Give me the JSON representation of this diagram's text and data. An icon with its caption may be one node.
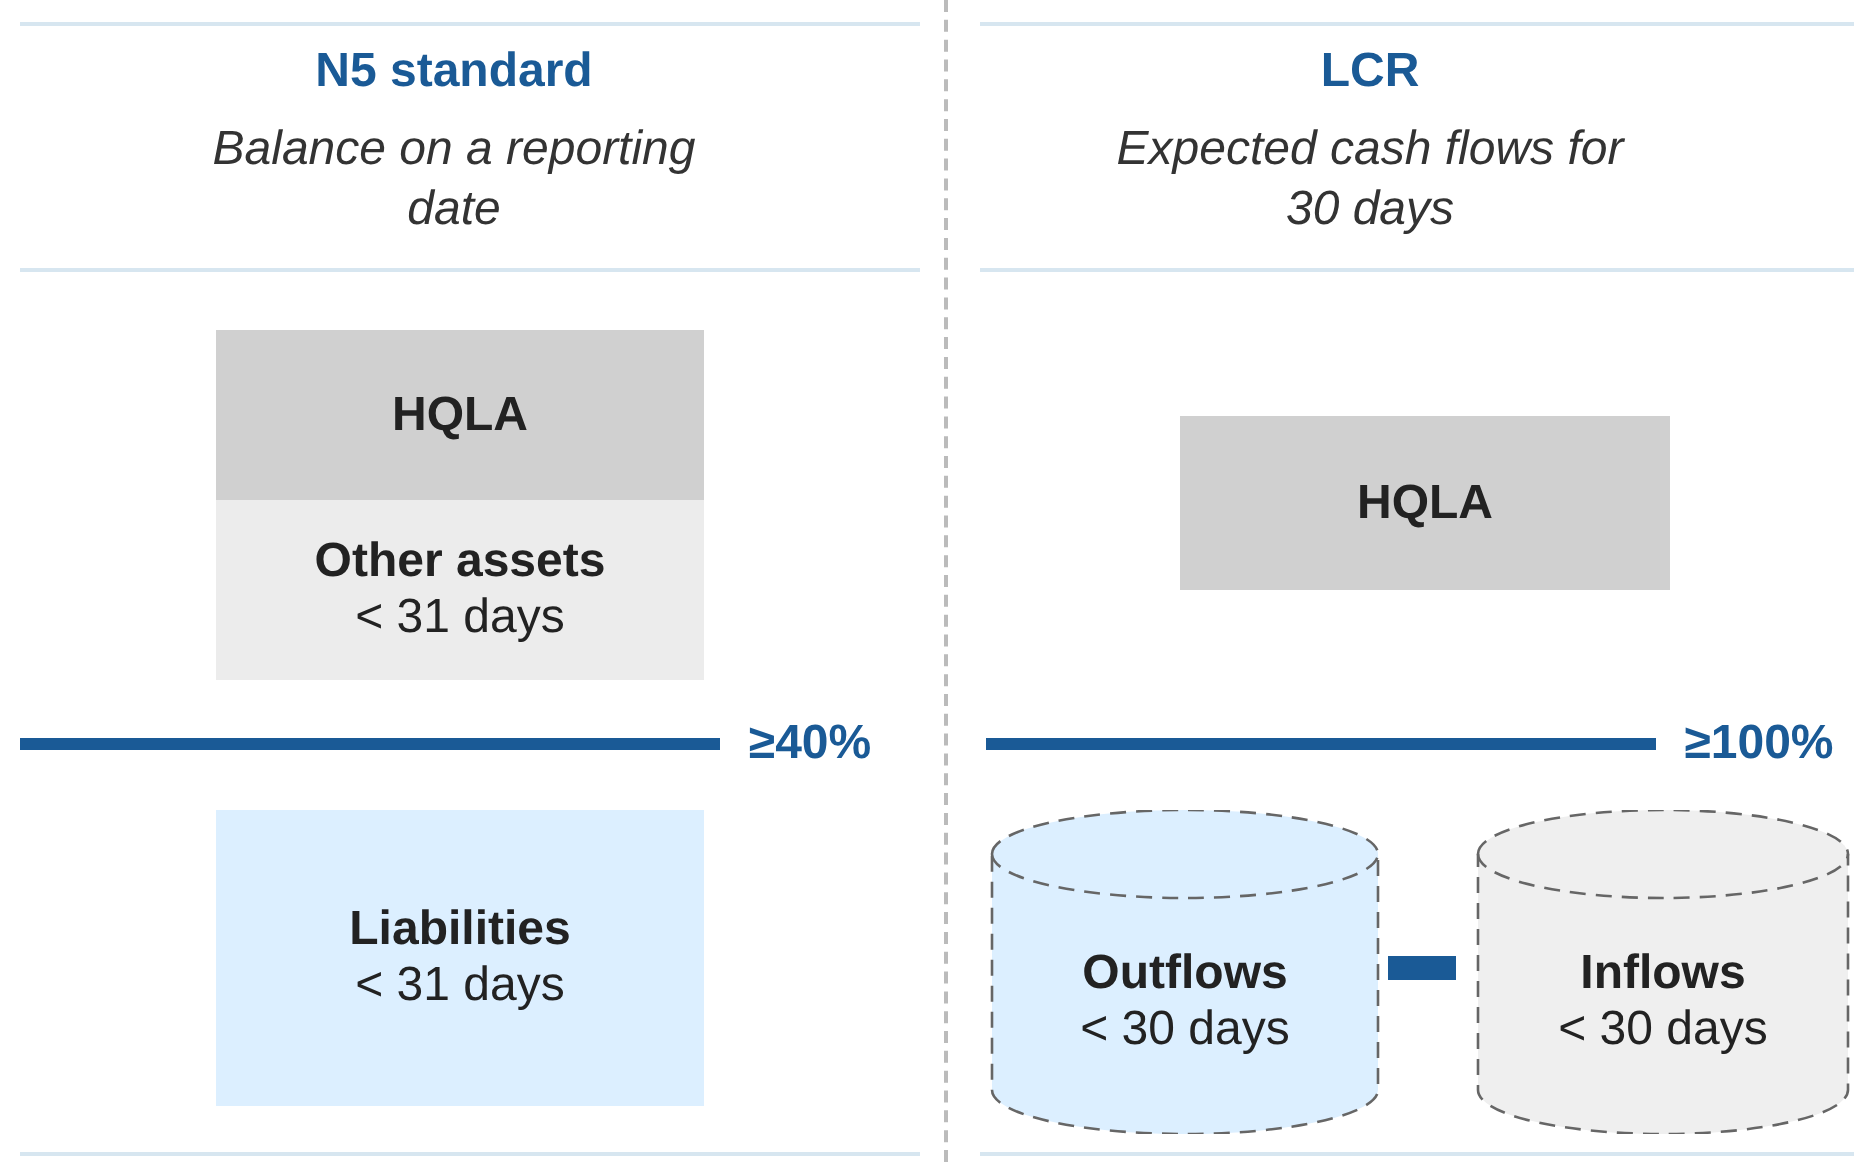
{
  "diagram": {
    "nodes": [
      {
        "text": [
          "HQLA"
        ]
      },
      {
        "text": [
          "Other assets",
          "< 31 days"
        ]
      },
      {
        "text": [
          "Liabilities",
          "< 31 days"
        ]
      },
      {
        "text": [
          "HQLA"
        ]
      },
      {
        "text": [
          "Outflows",
          "< 30 days"
        ]
      },
      {
        "text": [
          "Inflows",
          "< 30 days"
        ]
      }
    ],
    "labels": [
      "N5 standard",
      "Balance on a reporting date",
      "LCR",
      "Expected cash flows for 30 days",
      "≥40%",
      "≥100%"
    ]
  }
}
